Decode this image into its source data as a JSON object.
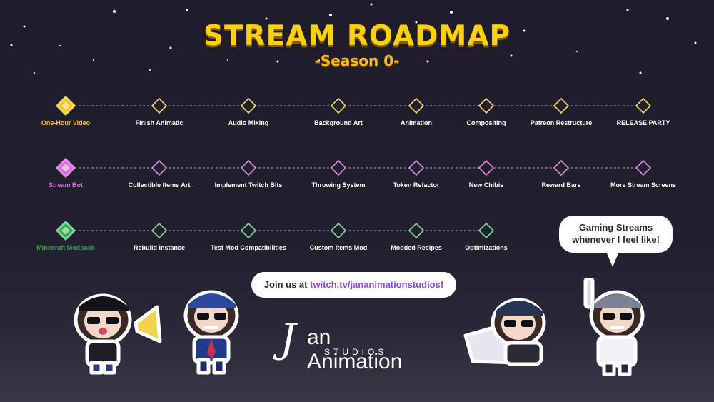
{
  "header": {
    "title": "STREAM ROADMAP",
    "subtitle": "-Season 0-"
  },
  "colors": {
    "title": "#fdd10b",
    "track_1": "#f3d76a",
    "track_2": "#e48adf",
    "track_3": "#7fd79a",
    "link": "#8c4cd8"
  },
  "tracks": [
    {
      "active_color": "#f5c518",
      "milestones": [
        "One-Hour Video",
        "Finish Animatic",
        "Audio Mixing",
        "Background Art",
        "Animation",
        "Compositing",
        "Patreon Restructure",
        "RELEASE PARTY"
      ]
    },
    {
      "active_color": "#d66be0",
      "milestones": [
        "Stream Bot",
        "Collectible Items Art",
        "Implement Twitch Bits",
        "Throwing System",
        "Token Refactor",
        "New Chibis",
        "Reward Bars",
        "More Stream Screens"
      ]
    },
    {
      "active_color": "#2fa84a",
      "milestones": [
        "Minecraft Modpack",
        "Rebuild Instance",
        "Test Mod Compatibilities",
        "Custom Items Mod",
        "Modded Recipes",
        "Optimizations"
      ]
    }
  ],
  "bubbles": {
    "join_prefix": "Join us at ",
    "join_link": "twitch.tv/jananimationstudios!",
    "gaming_line1": "Gaming Streams",
    "gaming_line2": "whenever I feel like!"
  },
  "logo": {
    "letter": "J",
    "name": "an Animation",
    "tagline": "STUDIOS"
  }
}
